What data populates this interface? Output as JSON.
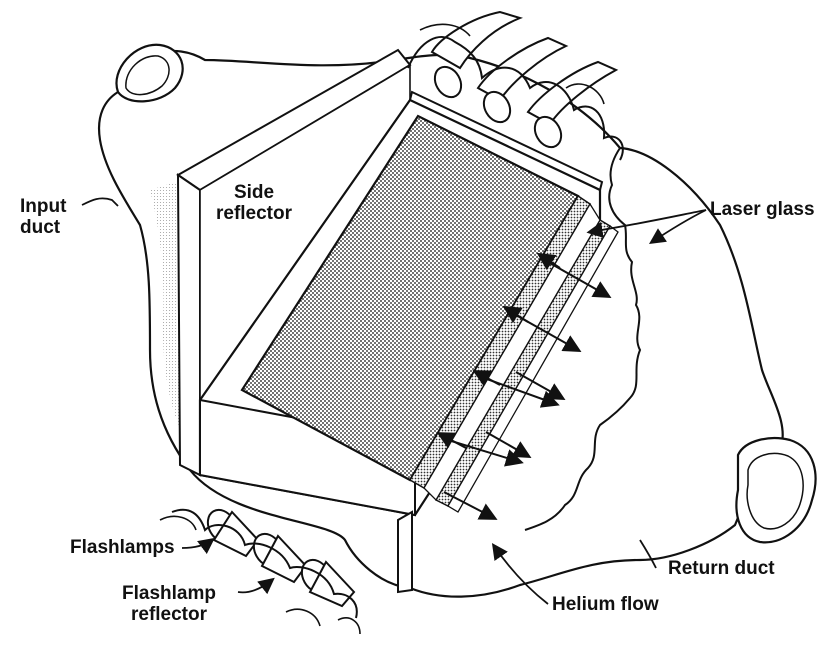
{
  "labels": {
    "input_duct_line1": "Input",
    "input_duct_line2": "duct",
    "side_reflector_line1": "Side",
    "side_reflector_line2": "reflector",
    "laser_glass": "Laser glass",
    "flashlamps": "Flashlamps",
    "flashlamp_reflector_line1": "Flashlamp",
    "flashlamp_reflector_line2": "reflector",
    "return_duct": "Return duct",
    "helium_flow": "Helium flow"
  },
  "colors": {
    "ink": "#111111",
    "paper": "#ffffff",
    "stipple": "#9a9a9a"
  }
}
